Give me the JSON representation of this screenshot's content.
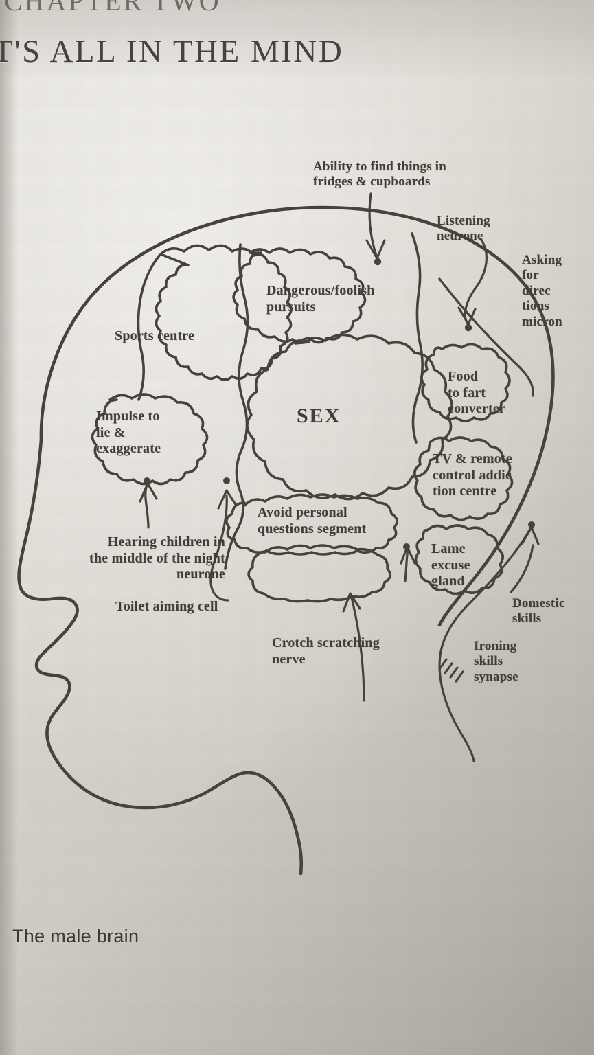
{
  "page": {
    "cut_off_line_above": "CHAPTER TWO",
    "heading": "T'S ALL IN THE MIND",
    "caption": "The male brain",
    "ink_color": "#46433d",
    "paper_color": "#dcd8d1"
  },
  "diagram": {
    "title": "The male brain",
    "type": "labelled-anatomical-cartoon",
    "regions": [
      {
        "id": "sports-centre",
        "label": "Sports centre"
      },
      {
        "id": "dangerous-pursuits",
        "label": "Dangerous/foolish\npursuits"
      },
      {
        "id": "sex",
        "label": "SEX"
      },
      {
        "id": "impulse-to-lie",
        "label": "Impulse to\nlie &\n  exaggerate"
      },
      {
        "id": "avoid-questions",
        "label": "Avoid personal\nquestions segment"
      },
      {
        "id": "food-to-fart",
        "label": "Food\nto fart\nconverter"
      },
      {
        "id": "tv-remote",
        "label": "TV & remote\ncontrol addic\ntion centre"
      },
      {
        "id": "lame-excuse",
        "label": "Lame\nexcuse\ngland"
      }
    ],
    "callouts": [
      {
        "id": "ability-fridges",
        "label": "Ability to find things in\nfridges & cupboards"
      },
      {
        "id": "listening",
        "label": "Listening\nneurone"
      },
      {
        "id": "asking-directions",
        "label": "Asking\nfor\ndirec\ntions\nmicron"
      },
      {
        "id": "hearing-children",
        "label": "Hearing children in\nthe middle of the night\nneurone"
      },
      {
        "id": "toilet-aiming",
        "label": "Toilet aiming cell"
      },
      {
        "id": "crotch-scratch",
        "label": "Crotch scratching\nnerve"
      },
      {
        "id": "domestic-skills",
        "label": "Domestic\nskills"
      },
      {
        "id": "ironing-skills",
        "label": "Ironing\nskills\nsynapse"
      }
    ]
  }
}
